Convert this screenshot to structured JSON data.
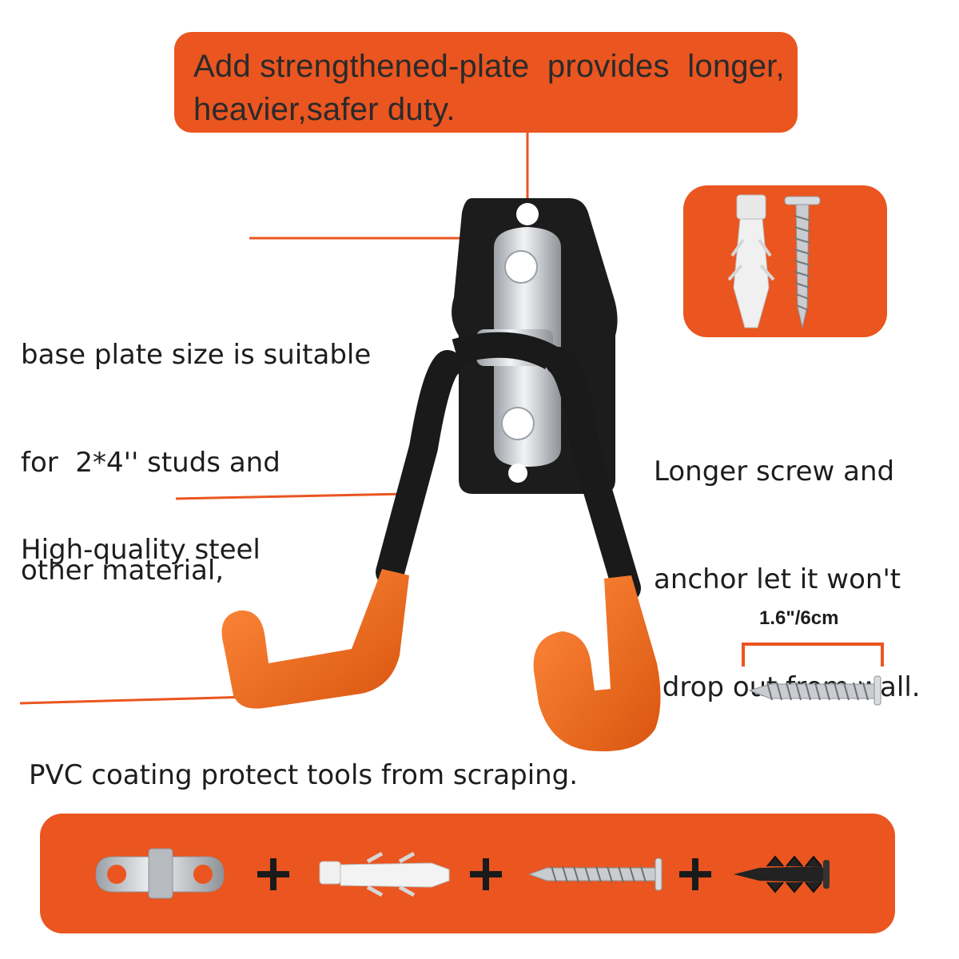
{
  "callout_top": {
    "lines": [
      "Add strengthened-plate  provides  longer,",
      "heavier,safer duty."
    ]
  },
  "label_base_plate": {
    "lines": [
      "base plate size is suitable",
      "for  2*4'' studs and",
      "other material,"
    ]
  },
  "label_steel": "High-quality steel",
  "label_screw": {
    "lines": [
      "Longer screw and",
      "anchor let it won't",
      " drop out from wall."
    ]
  },
  "label_pvc": "PVC coating protect tools from scraping.",
  "screw_size": "1.6\"/6cm",
  "bottom_bar": {
    "plus_symbol": "+"
  },
  "colors": {
    "accent_orange": "#ea5520",
    "hook_orange": "#f26a1b",
    "steel_black": "#1a1a1a",
    "plate_silver": "#c9ccd0"
  }
}
